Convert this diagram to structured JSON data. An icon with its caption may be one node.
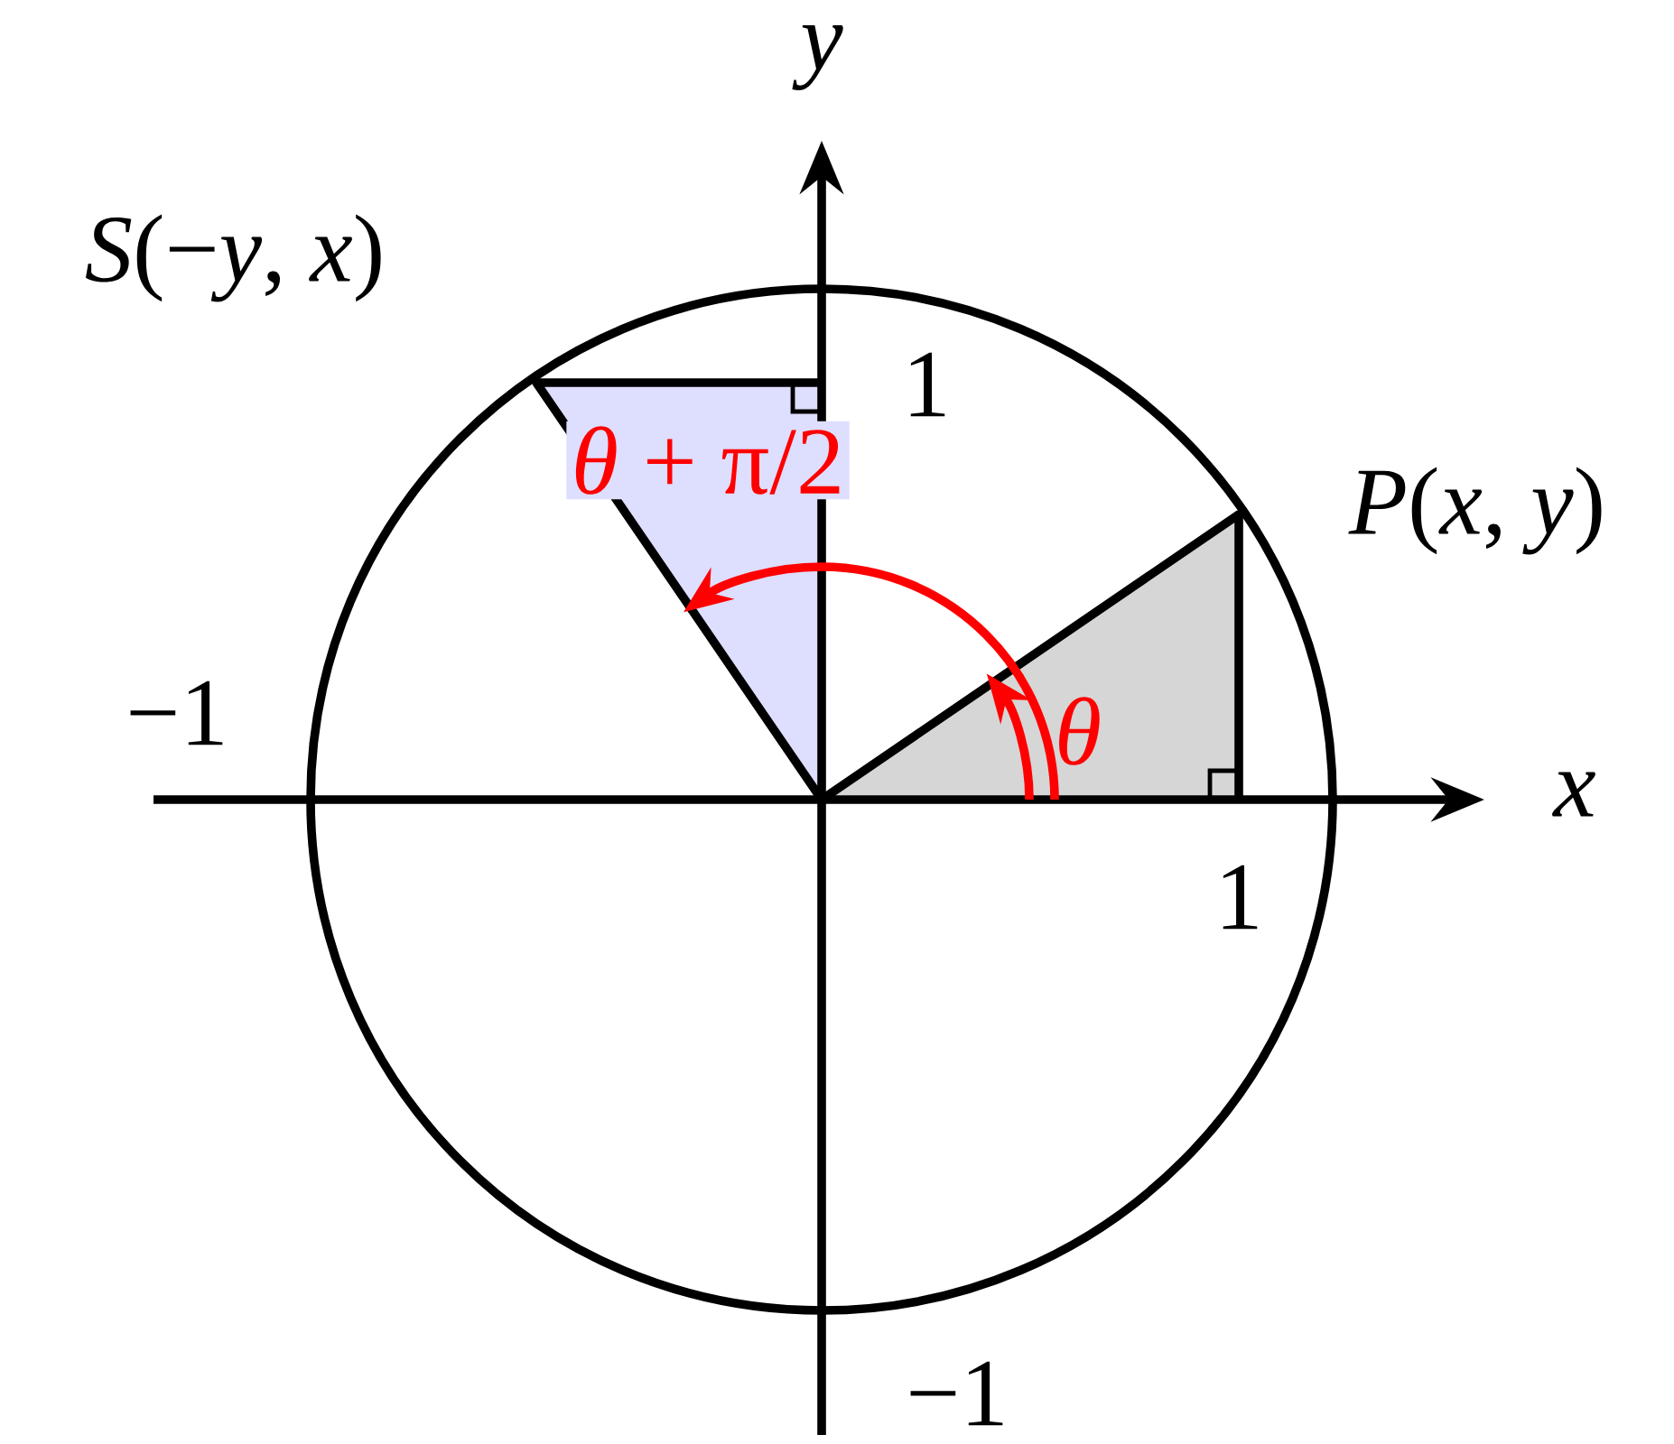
{
  "diagram": {
    "labels": [
      "y",
      "x",
      "*S*(−*y*, *x*)",
      "*P*(*x*, *y*)",
      "1",
      "1",
      "−1",
      "−1",
      "*θ* + π/2",
      "θ"
    ]
  }
}
